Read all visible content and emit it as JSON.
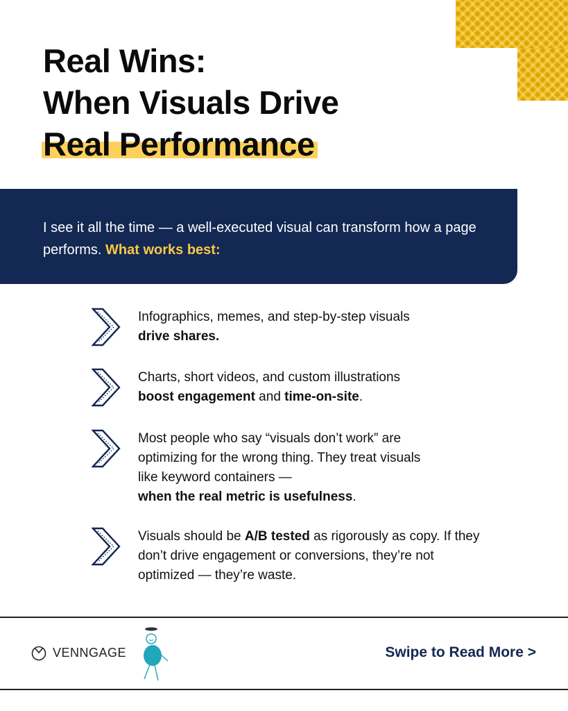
{
  "title": {
    "line1": "Real Wins:",
    "line2": "When Visuals Drive",
    "line3_highlight": "Real Performance"
  },
  "banner": {
    "text": "I see it all the time — a well-executed visual can transform how a page performs.",
    "accent": "What works best:"
  },
  "items": [
    {
      "icon": "chevron-right-icon",
      "parts": [
        "Infographics, memes, and step-by-step visuals",
        "drive shares."
      ]
    },
    {
      "icon": "chevron-right-icon",
      "parts": [
        "Charts, short videos, and custom illustrations",
        "boost engagement",
        " and ",
        "time-on-site",
        "."
      ]
    },
    {
      "icon": "chevron-right-icon",
      "parts": [
        "Most people who say “visuals don’t work” are optimizing for the wrong thing. They treat visuals like keyword containers —",
        "when the real metric is usefulness",
        "."
      ]
    },
    {
      "icon": "chevron-right-icon",
      "parts": [
        "Visuals should be ",
        "A/B tested",
        " as rigorously as copy. If they don’t drive engagement or conversions, they’re not optimized — they’re waste."
      ]
    }
  ],
  "footer": {
    "brand": "VENNGAGE",
    "brand_icon": "venngage-logo-icon",
    "mascot": "stick-figure-mascot-icon",
    "cta": "Swipe to Read More >"
  },
  "colors": {
    "navy": "#132852",
    "gold": "#e0a400",
    "highlight": "#fdd05a",
    "accent_text": "#fcc845"
  }
}
